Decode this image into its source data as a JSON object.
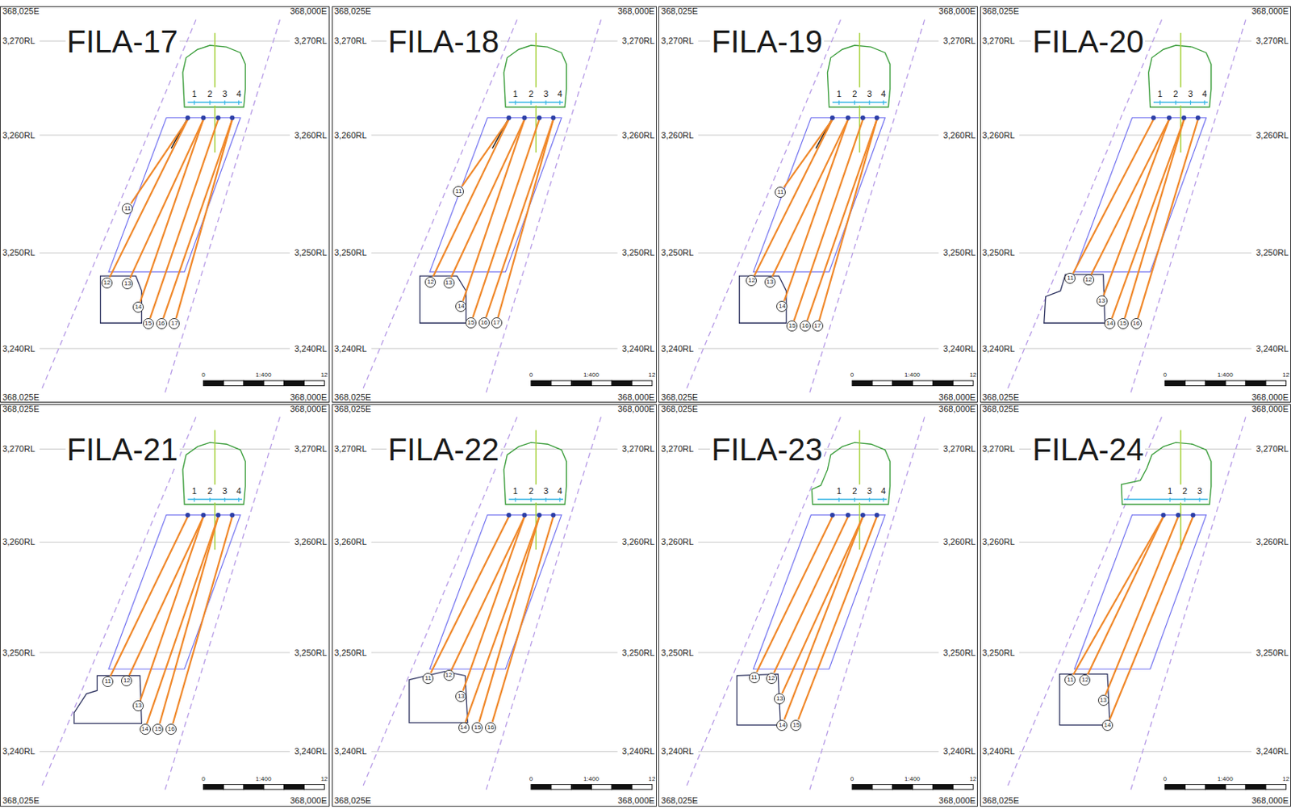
{
  "diagram": {
    "nodes": [
      {
        "text": [
          "FILA-17",
          "368,025E",
          "368,000E",
          "3,270RL",
          "3,270RL",
          "3,260RL",
          "3,260RL",
          "3,250RL",
          "3,250RL",
          "3,240RL",
          "3,240RL",
          "0",
          "1:400",
          "12",
          "368,025E",
          "368,000E",
          "1",
          "2",
          "3",
          "4"
        ]
      },
      {
        "text": [
          "11"
        ],
        "in": 0
      },
      {
        "text": [
          "12"
        ],
        "in": 0
      },
      {
        "text": [
          "13"
        ],
        "in": 0
      },
      {
        "text": [
          "14"
        ],
        "in": 0
      },
      {
        "text": [
          "15"
        ],
        "in": 0
      },
      {
        "text": [
          "16"
        ],
        "in": 0
      },
      {
        "text": [
          "17"
        ],
        "in": 0
      },
      {
        "text": [
          "FILA-18",
          "368,025E",
          "368,000E",
          "3,270RL",
          "3,270RL",
          "3,260RL",
          "3,260RL",
          "3,250RL",
          "3,250RL",
          "3,240RL",
          "3,240RL",
          "0",
          "1:400",
          "12",
          "368,025E",
          "368,000E",
          "1",
          "2",
          "3",
          "4"
        ]
      },
      {
        "text": [
          "11"
        ],
        "in": 8
      },
      {
        "text": [
          "12"
        ],
        "in": 8
      },
      {
        "text": [
          "13"
        ],
        "in": 8
      },
      {
        "text": [
          "14"
        ],
        "in": 8
      },
      {
        "text": [
          "15"
        ],
        "in": 8
      },
      {
        "text": [
          "16"
        ],
        "in": 8
      },
      {
        "text": [
          "17"
        ],
        "in": 8
      },
      {
        "text": [
          "FILA-19",
          "368,025E",
          "368,000E",
          "3,270RL",
          "3,270RL",
          "3,260RL",
          "3,260RL",
          "3,250RL",
          "3,250RL",
          "3,240RL",
          "3,240RL",
          "0",
          "1:400",
          "12",
          "368,025E",
          "368,000E",
          "1",
          "2",
          "3",
          "4"
        ]
      },
      {
        "text": [
          "11"
        ],
        "in": 16
      },
      {
        "text": [
          "12"
        ],
        "in": 16
      },
      {
        "text": [
          "13"
        ],
        "in": 16
      },
      {
        "text": [
          "14"
        ],
        "in": 16
      },
      {
        "text": [
          "15"
        ],
        "in": 16
      },
      {
        "text": [
          "16"
        ],
        "in": 16
      },
      {
        "text": [
          "17"
        ],
        "in": 16
      },
      {
        "text": [
          "FILA-20",
          "368,025E",
          "368,000E",
          "3,270RL",
          "3,270RL",
          "3,260RL",
          "3,260RL",
          "3,250RL",
          "3,250RL",
          "3,240RL",
          "3,240RL",
          "0",
          "1:400",
          "12",
          "368,025E",
          "368,000E",
          "1",
          "2",
          "3",
          "4"
        ]
      },
      {
        "text": [
          "11"
        ],
        "in": 24
      },
      {
        "text": [
          "12"
        ],
        "in": 24
      },
      {
        "text": [
          "13"
        ],
        "in": 24
      },
      {
        "text": [
          "14"
        ],
        "in": 24
      },
      {
        "text": [
          "15"
        ],
        "in": 24
      },
      {
        "text": [
          "16"
        ],
        "in": 24
      },
      {
        "text": [
          "FILA-21",
          "368,025E",
          "368,000E",
          "3,270RL",
          "3,270RL",
          "3,260RL",
          "3,260RL",
          "3,250RL",
          "3,250RL",
          "3,240RL",
          "3,240RL",
          "0",
          "1:400",
          "12",
          "368,025E",
          "368,000E",
          "1",
          "2",
          "3",
          "4"
        ]
      },
      {
        "text": [
          "11"
        ],
        "in": 31
      },
      {
        "text": [
          "12"
        ],
        "in": 31
      },
      {
        "text": [
          "13"
        ],
        "in": 31
      },
      {
        "text": [
          "14"
        ],
        "in": 31
      },
      {
        "text": [
          "15"
        ],
        "in": 31
      },
      {
        "text": [
          "16"
        ],
        "in": 31
      },
      {
        "text": [
          "FILA-22",
          "368,025E",
          "368,000E",
          "3,270RL",
          "3,270RL",
          "3,260RL",
          "3,260RL",
          "3,250RL",
          "3,250RL",
          "3,240RL",
          "3,240RL",
          "0",
          "1:400",
          "12",
          "368,025E",
          "368,000E",
          "1",
          "2",
          "3",
          "4"
        ]
      },
      {
        "text": [
          "11"
        ],
        "in": 38
      },
      {
        "text": [
          "12"
        ],
        "in": 38
      },
      {
        "text": [
          "13"
        ],
        "in": 38
      },
      {
        "text": [
          "14"
        ],
        "in": 38
      },
      {
        "text": [
          "15"
        ],
        "in": 38
      },
      {
        "text": [
          "16"
        ],
        "in": 38
      },
      {
        "text": [
          "FILA-23",
          "368,025E",
          "368,000E",
          "3,270RL",
          "3,270RL",
          "3,260RL",
          "3,260RL",
          "3,250RL",
          "3,250RL",
          "3,240RL",
          "3,240RL",
          "0",
          "1:400",
          "12",
          "368,025E",
          "368,000E",
          "1",
          "2",
          "3",
          "4"
        ]
      },
      {
        "text": [
          "11"
        ],
        "in": 45
      },
      {
        "text": [
          "12"
        ],
        "in": 45
      },
      {
        "text": [
          "13"
        ],
        "in": 45
      },
      {
        "text": [
          "14"
        ],
        "in": 45
      },
      {
        "text": [
          "15"
        ],
        "in": 45
      },
      {
        "text": [
          "FILA-24",
          "368,025E",
          "368,000E",
          "3,270RL",
          "3,270RL",
          "3,260RL",
          "3,260RL",
          "3,250RL",
          "3,250RL",
          "3,240RL",
          "3,240RL",
          "0",
          "1:400",
          "12",
          "368,025E",
          "368,000E",
          "1",
          "2",
          "3"
        ]
      },
      {
        "text": [
          "11"
        ],
        "in": 51
      },
      {
        "text": [
          "12"
        ],
        "in": 51
      },
      {
        "text": [
          "13"
        ],
        "in": 51
      },
      {
        "text": [
          "14"
        ],
        "in": 51
      }
    ]
  }
}
